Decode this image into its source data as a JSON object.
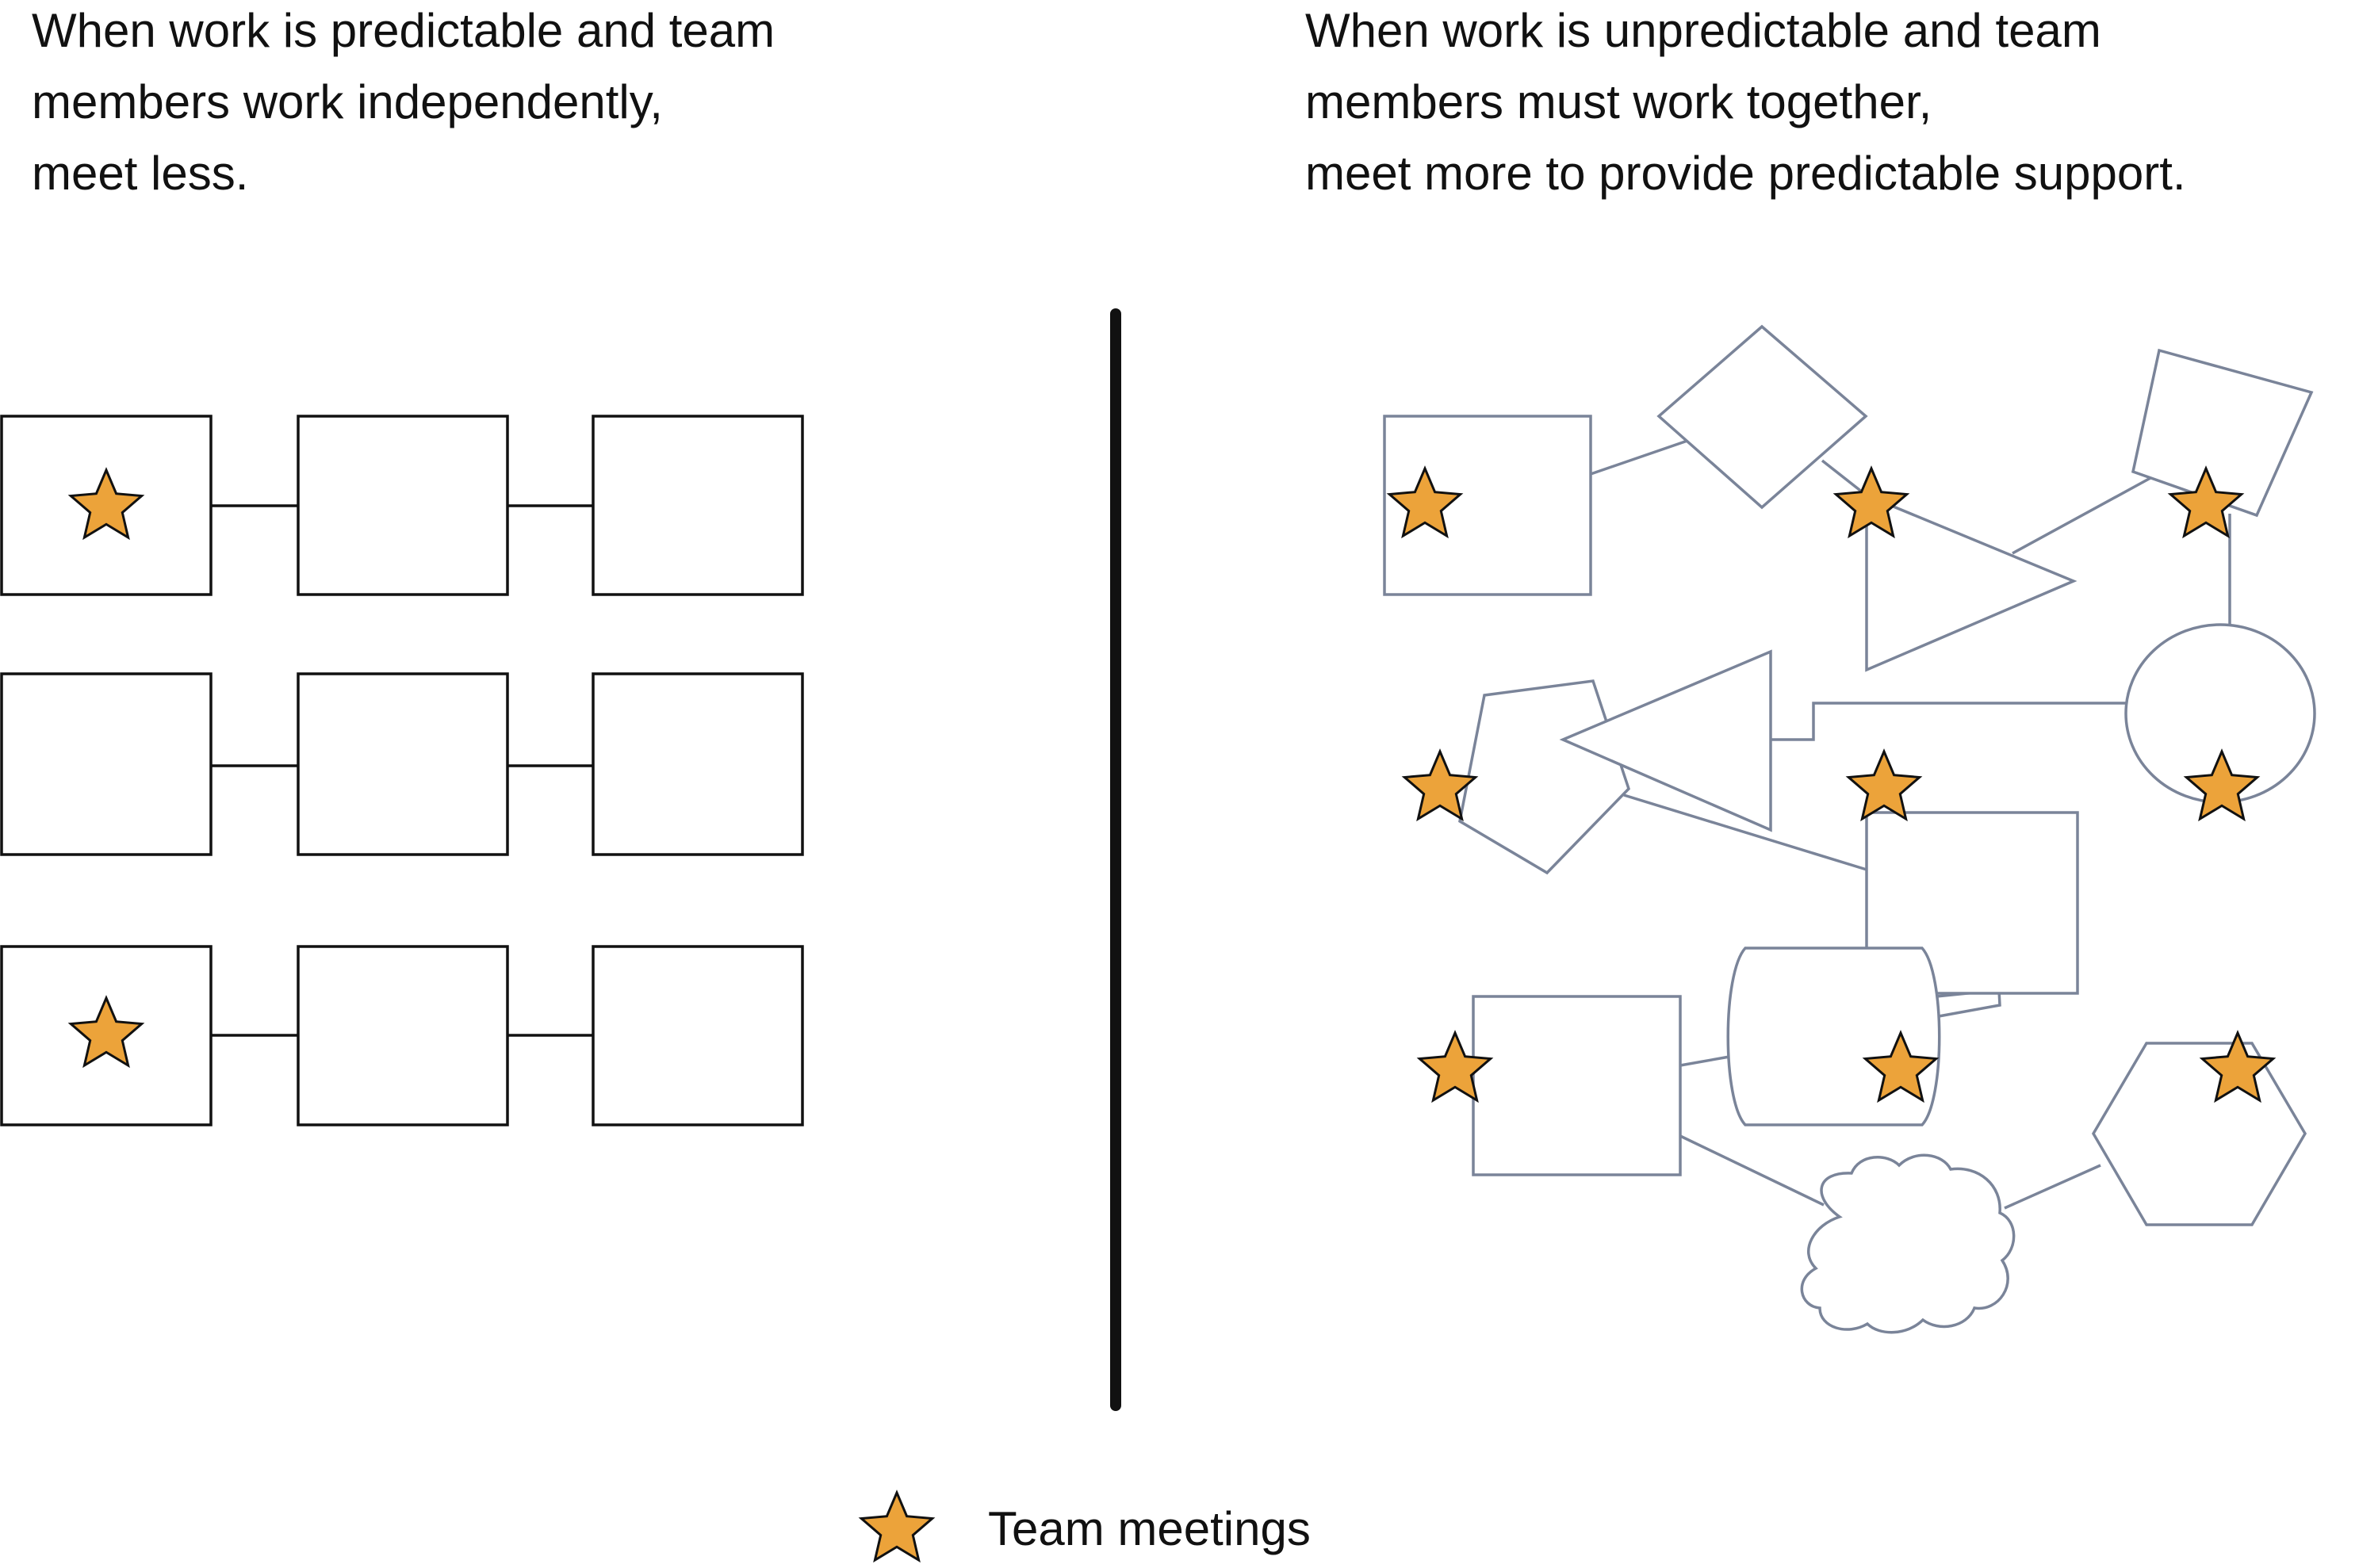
{
  "left_panel": {
    "caption_lines": [
      "When work is predictable and team",
      "members work independently,",
      "meet less."
    ]
  },
  "right_panel": {
    "caption_lines": [
      "When work is unpredictable and team",
      "members must work together,",
      "meet more to provide predictable support."
    ]
  },
  "legend": {
    "label": "Team meetings",
    "icon": "star-icon"
  },
  "colors": {
    "star_fill": "#ECA33A",
    "shape_stroke_right": "#7A8499",
    "shape_stroke_left": "#111111",
    "divider": "#111111"
  }
}
